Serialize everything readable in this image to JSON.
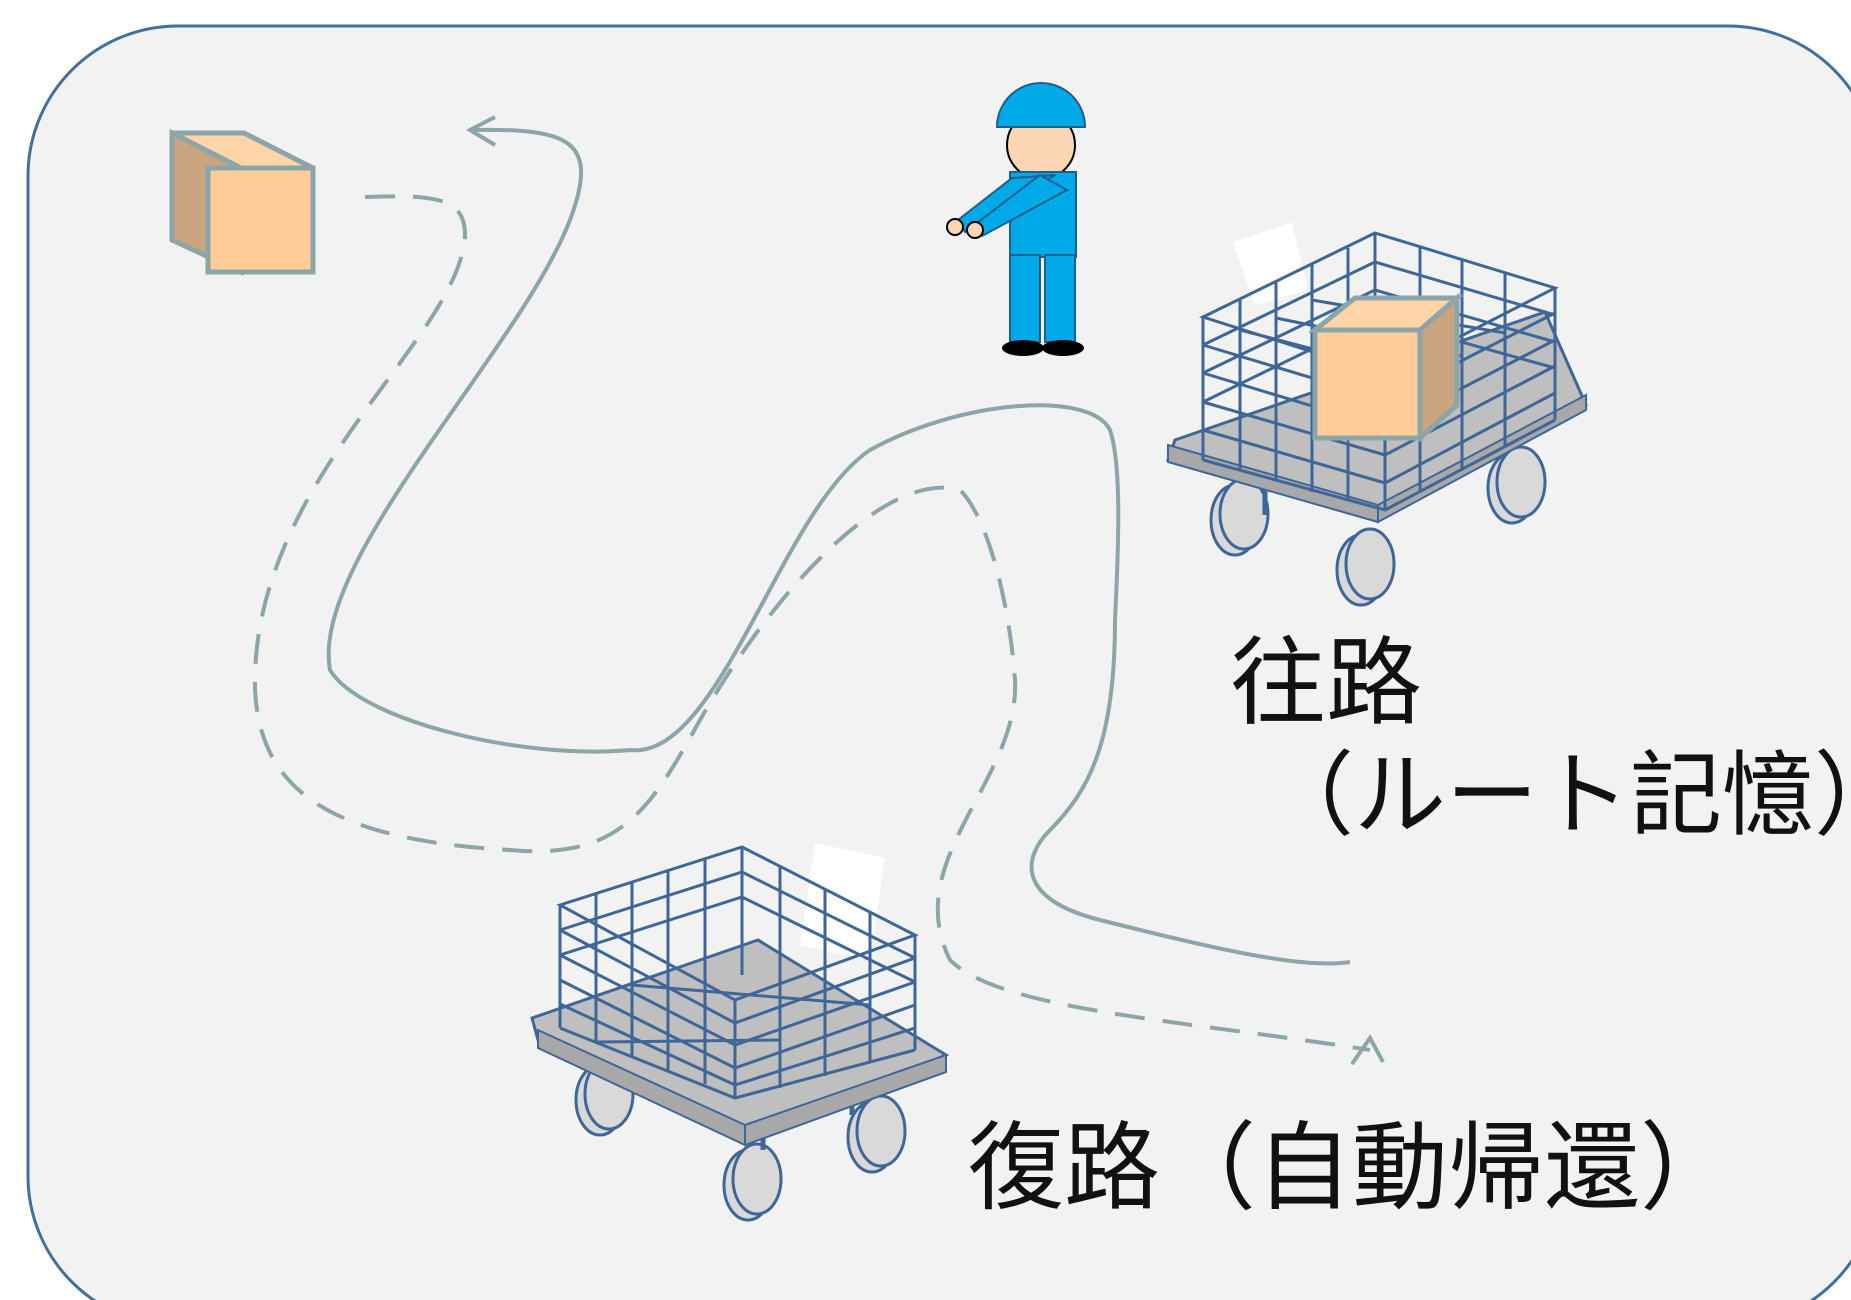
{
  "labels": {
    "outbound_title": "往路",
    "outbound_note": "（ルート記憶）",
    "return": "復路（自動帰還）"
  },
  "colors": {
    "background": "#f2f2f2",
    "frame_border": "#41709c",
    "path_line": "#8ca5a8",
    "cage_line": "#3e6699",
    "cart_deck": "#bfbfbf",
    "wheel": "#d9d9d9",
    "box_front": "#ffcc99",
    "box_side": "#c9a47e",
    "worker_uniform": "#00a9e8",
    "worker_skin": "#fcd5b4",
    "worker_shoes": "#000000"
  }
}
